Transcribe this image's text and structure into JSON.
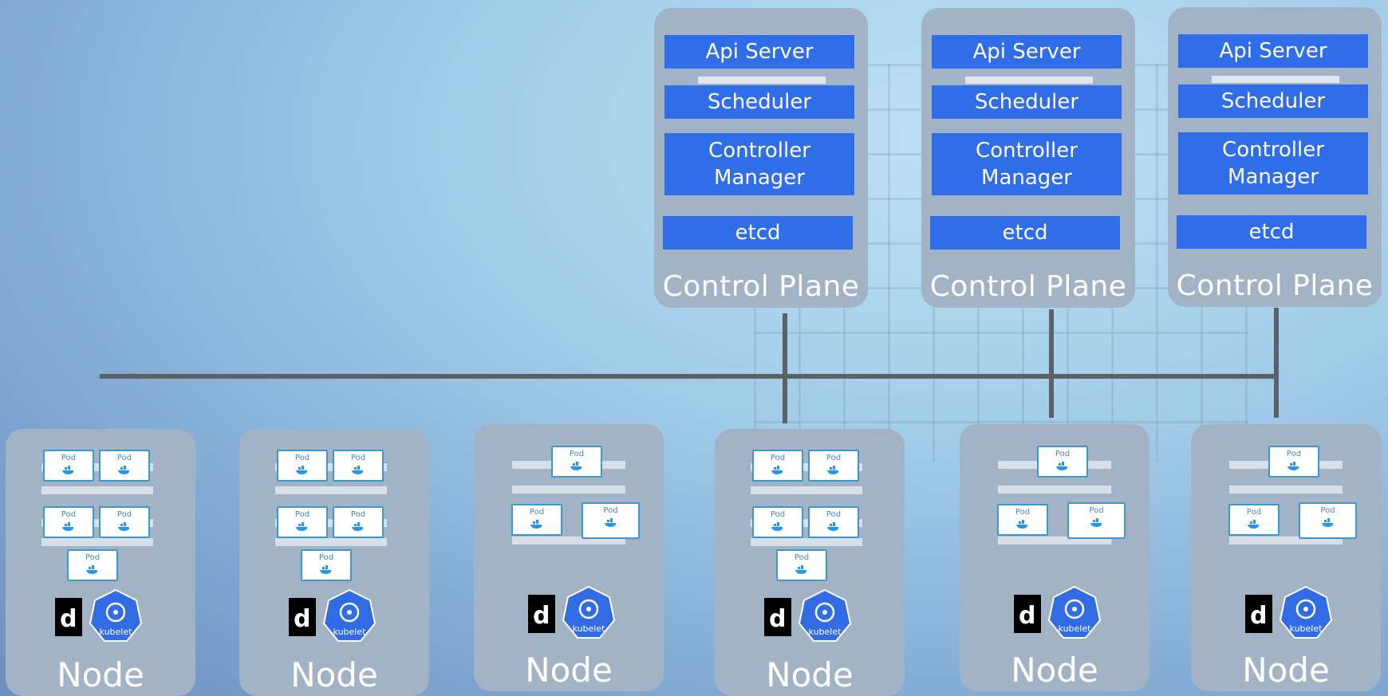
{
  "control_planes": [
    {
      "api_server": "Api Server",
      "scheduler": "Scheduler",
      "controller_manager": "Controller\nManager",
      "etcd": "etcd",
      "title": "Control Plane"
    },
    {
      "api_server": "Api Server",
      "scheduler": "Scheduler",
      "controller_manager": "Controller\nManager",
      "etcd": "etcd",
      "title": "Control Plane"
    },
    {
      "api_server": "Api Server",
      "scheduler": "Scheduler",
      "controller_manager": "Controller\nManager",
      "etcd": "etcd",
      "title": "Control Plane"
    }
  ],
  "nodes": [
    {
      "title": "Node",
      "pods": [
        "Pod",
        "Pod",
        "Pod",
        "Pod",
        "Pod"
      ],
      "kubelet_label": "kubelet",
      "docker_glyph": "d"
    },
    {
      "title": "Node",
      "pods": [
        "Pod",
        "Pod",
        "Pod",
        "Pod",
        "Pod"
      ],
      "kubelet_label": "kubelet",
      "docker_glyph": "d"
    },
    {
      "title": "Node",
      "pods": [
        "Pod",
        "Pod",
        "Pod"
      ],
      "kubelet_label": "kubelet",
      "docker_glyph": "d"
    },
    {
      "title": "Node",
      "pods": [
        "Pod",
        "Pod",
        "Pod",
        "Pod",
        "Pod"
      ],
      "kubelet_label": "kubelet",
      "docker_glyph": "d"
    },
    {
      "title": "Node",
      "pods": [
        "Pod",
        "Pod",
        "Pod"
      ],
      "kubelet_label": "kubelet",
      "docker_glyph": "d"
    },
    {
      "title": "Node",
      "pods": [
        "Pod",
        "Pod",
        "Pod"
      ],
      "kubelet_label": "kubelet",
      "docker_glyph": "d"
    }
  ],
  "colors": {
    "panel": "#a3b3c6",
    "component_blue": "#2f6ee8",
    "bus_line": "#5c6168",
    "kubelet_blue": "#326ce5"
  }
}
